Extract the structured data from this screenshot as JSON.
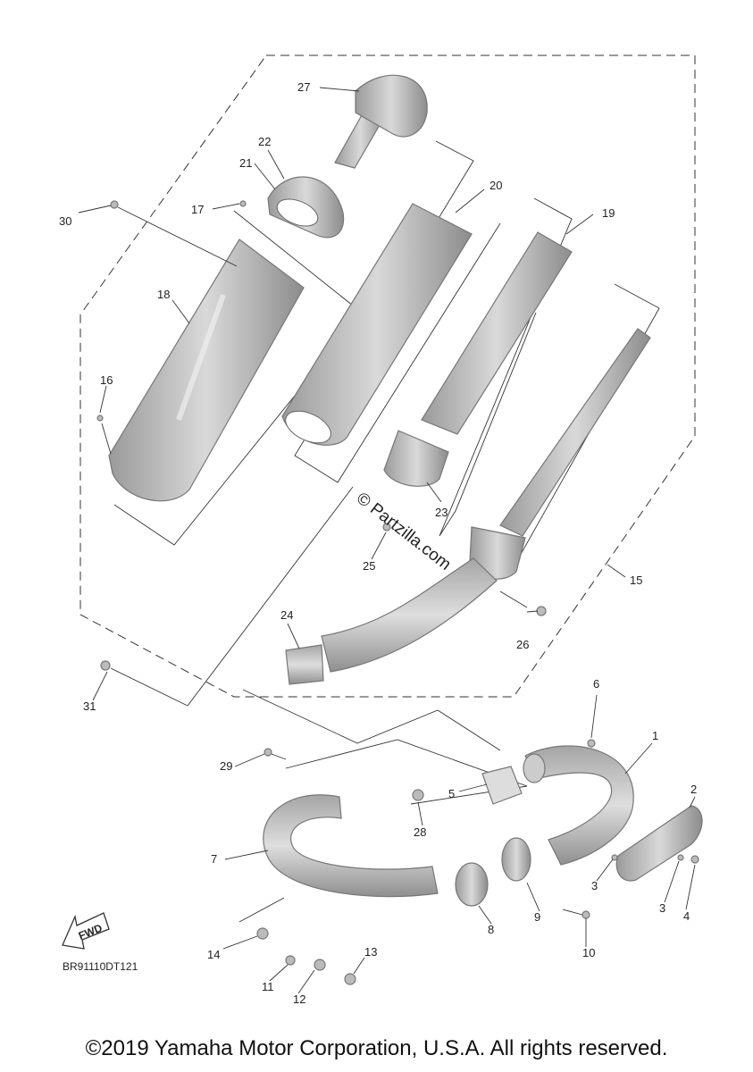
{
  "diagram_code": "BR91110DT121",
  "fwd_label": "FWD",
  "watermark": "© Partzilla.com",
  "copyright": "©2019 Yamaha Motor Corporation, U.S.A. All rights reserved.",
  "callouts": [
    "1",
    "2",
    "3",
    "3",
    "4",
    "5",
    "6",
    "7",
    "8",
    "9",
    "10",
    "11",
    "12",
    "13",
    "14",
    "15",
    "16",
    "17",
    "18",
    "19",
    "20",
    "21",
    "22",
    "23",
    "24",
    "25",
    "26",
    "27",
    "28",
    "29",
    "30",
    "31"
  ]
}
